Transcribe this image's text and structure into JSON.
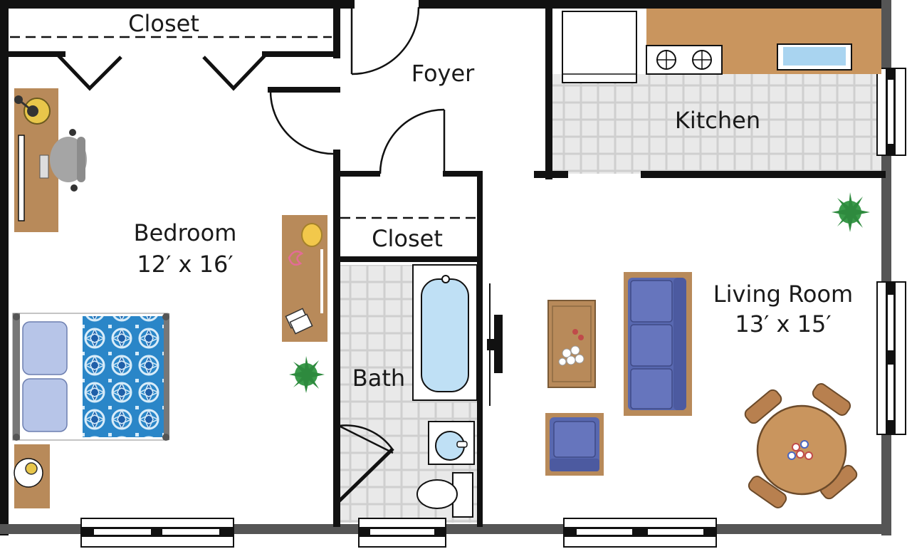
{
  "rooms": {
    "bedroom": {
      "name": "Bedroom",
      "size": "12′ x 16′"
    },
    "living_room": {
      "name": "Living Room",
      "size": "13′ x 15′"
    },
    "kitchen": {
      "name": "Kitchen"
    },
    "bath": {
      "name": "Bath"
    },
    "foyer": {
      "name": "Foyer"
    },
    "bedroom_closet": {
      "name": "Closet"
    },
    "hall_closet": {
      "name": "Closet"
    }
  },
  "colors": {
    "wall": "#111111",
    "tile_light": "#eeeeee",
    "tile_dark": "#cccccc",
    "wood": "#b88a5a",
    "sofa_blue": "#5868b0",
    "bathtub": "#bfe0f5",
    "bedspread": "#2a86c8",
    "pillow": "#b7c5e8",
    "plant": "#2e8a3e",
    "table": "#c9955e"
  },
  "icons": [
    "door-swing-icon",
    "window-icon",
    "bed-icon",
    "desk-icon",
    "office-chair-icon",
    "lamp-icon",
    "plant-icon",
    "sofa-icon",
    "armchair-icon",
    "coffee-table-icon",
    "dining-table-icon",
    "chair-icon",
    "bathtub-icon",
    "sink-icon",
    "toilet-icon",
    "stove-icon",
    "refrigerator-icon",
    "kitchen-sink-icon",
    "tv-icon",
    "dresser-icon",
    "nightstand-icon",
    "flower-vase-icon"
  ]
}
